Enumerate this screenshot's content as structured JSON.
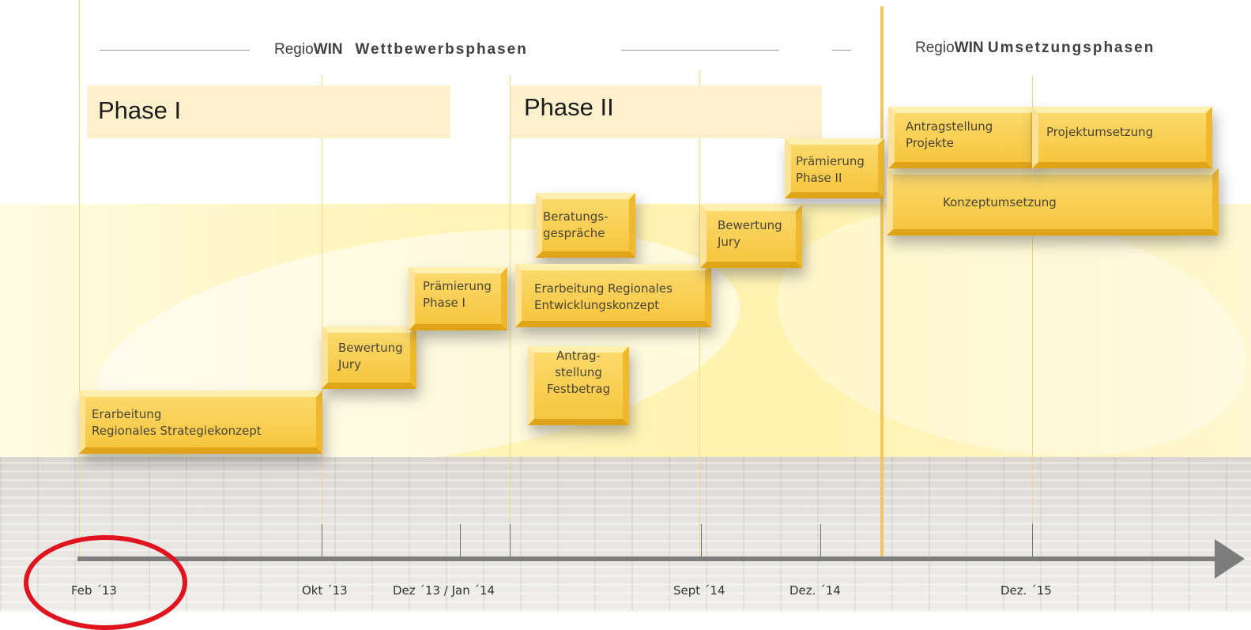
{
  "header": {
    "competition_prefix": "Regio",
    "competition_brand": "WIN",
    "competition_title": "Wettbewerbsphasen",
    "implementation_prefix": "Regio",
    "implementation_brand": "WIN",
    "implementation_title": "Umsetzungsphasen"
  },
  "phases": {
    "phase1": "Phase I",
    "phase2": "Phase II"
  },
  "boxes": {
    "erarbeitung_strategie": [
      "Erarbeitung",
      "Regionales Strategiekonzept"
    ],
    "bewertung_jury_1": [
      "Bewertung",
      "Jury"
    ],
    "praemierung_phase1": [
      "Prämierung",
      "Phase I"
    ],
    "beratungsgespraeche": [
      "Beratungs-",
      "gespräche"
    ],
    "erarbeitung_entwicklung": [
      "Erarbeitung Regionales",
      "Entwicklungskonzept"
    ],
    "antragstellung_festbetrag": [
      "Antrag-",
      "stellung",
      "Festbetrag"
    ],
    "bewertung_jury_2": [
      "Bewertung",
      "Jury"
    ],
    "praemierung_phase2": [
      "Prämierung",
      "Phase II"
    ],
    "antragstellung_projekte": [
      "Antragstellung",
      "Projekte"
    ],
    "projektumsetzung": [
      "Projektumsetzung"
    ],
    "konzeptumsetzung": [
      "Konzeptumsetzung"
    ]
  },
  "timeline": {
    "labels": {
      "feb13": "Feb ´13",
      "okt13": "Okt ´13",
      "dez13_jan14": "Dez ´13 / Jan ´14",
      "sept14": "Sept ´14",
      "dez14": "Dez. ´14",
      "dez15": "Dez. ´15"
    }
  },
  "colors": {
    "box_fill": "#f7c63f",
    "background_band": "#fff3b0",
    "axis": "#7d7d7d",
    "highlight_ellipse": "#e0141e"
  }
}
